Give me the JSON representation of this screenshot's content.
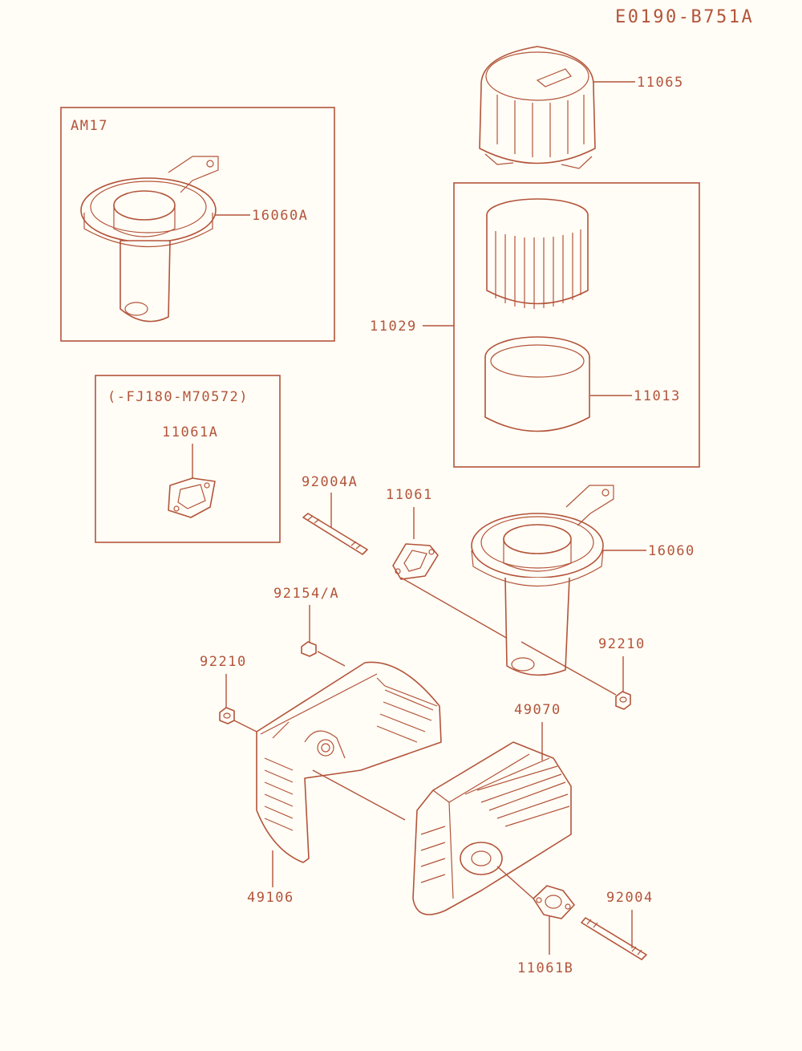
{
  "diagram_id": "E0190-B751A",
  "callouts": {
    "am17": "AM17",
    "p16060A": "16060A",
    "p11065": "11065",
    "p11029": "11029",
    "p11013": "11013",
    "fj_range": "(-FJ180-M70572)",
    "p11061A": "11061A",
    "p92004A": "92004A",
    "p11061": "11061",
    "p16060": "16060",
    "p92154": "92154/A",
    "p92210_right": "92210",
    "p92210_left": "92210",
    "p49070": "49070",
    "p49106": "49106",
    "p92004": "92004",
    "p11061B": "11061B"
  },
  "colors": {
    "line": "#b3543a",
    "background": "#fffdf6"
  }
}
